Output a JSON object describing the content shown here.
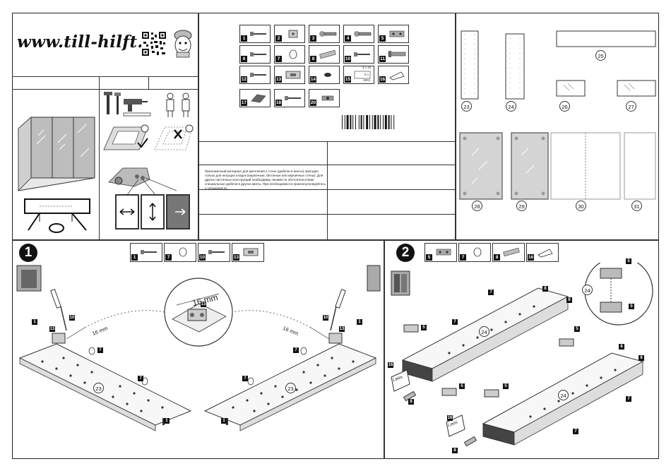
{
  "header": {
    "website": "www.till-hilft.de"
  },
  "parts_tiles": [
    {
      "num": "1",
      "icon": "screw-icon"
    },
    {
      "num": "2",
      "icon": "clip-icon"
    },
    {
      "num": "3",
      "icon": "hinge-icon"
    },
    {
      "num": "4",
      "icon": "hinge-icon"
    },
    {
      "num": "5",
      "icon": "hinge-plate-icon"
    },
    {
      "num": "6",
      "icon": "screw-icon"
    },
    {
      "num": "7",
      "icon": "shelf-pin-icon"
    },
    {
      "num": "8",
      "icon": "dowel-icon"
    },
    {
      "num": "10",
      "icon": "screw-icon"
    },
    {
      "num": "11",
      "icon": "bolt-icon"
    },
    {
      "num": "12",
      "icon": "screw-icon"
    },
    {
      "num": "13",
      "icon": "bracket-icon"
    },
    {
      "num": "14",
      "icon": "cap-icon"
    },
    {
      "num": "15",
      "icon": "mirror-plate-icon"
    },
    {
      "num": "16",
      "icon": "glue-icon"
    },
    {
      "num": "17",
      "icon": "sandpaper-icon"
    },
    {
      "num": "18",
      "icon": "screw-icon"
    },
    {
      "num": "20",
      "icon": "connector-icon"
    }
  ],
  "plate_label": {
    "line1": "3 x 15",
    "line2": "6 x",
    "line3": "2604"
  },
  "warning_text": "Приложенный материал для крепления к стене (дюбели и винты) пригоден только для несущих кладок (кирпичные, бетонные или кирпичные стены). Для других настенных конструкций необходимы своими по обстоятельствам специальные дюбели в других винты. При необходимости проконсультируйтесь у специалиста.",
  "panels": [
    "23",
    "24",
    "25",
    "26",
    "27",
    "28",
    "29",
    "30",
    "31"
  ],
  "step1": {
    "number": "1",
    "parts": [
      {
        "num": "1",
        "icon": "screw-icon"
      },
      {
        "num": "7",
        "icon": "shelf-pin-icon"
      },
      {
        "num": "10",
        "icon": "screw-icon"
      },
      {
        "num": "13",
        "icon": "bracket-icon"
      }
    ],
    "dimension": "16 mm",
    "dimension_small": "16 mm",
    "panel": "23",
    "callouts": [
      "1",
      "13",
      "10",
      "7",
      "7",
      "7",
      "1"
    ]
  },
  "step2": {
    "number": "2",
    "parts": [
      {
        "num": "5",
        "icon": "hinge-plate-icon"
      },
      {
        "num": "7",
        "icon": "shelf-pin-icon"
      },
      {
        "num": "8",
        "icon": "dowel-icon"
      },
      {
        "num": "16",
        "icon": "glue-icon"
      }
    ],
    "glue_label": "Leim",
    "panel": "24",
    "callouts": [
      "7",
      "8",
      "8",
      "5",
      "5",
      "7",
      "24",
      "5",
      "5",
      "16",
      "8"
    ]
  }
}
